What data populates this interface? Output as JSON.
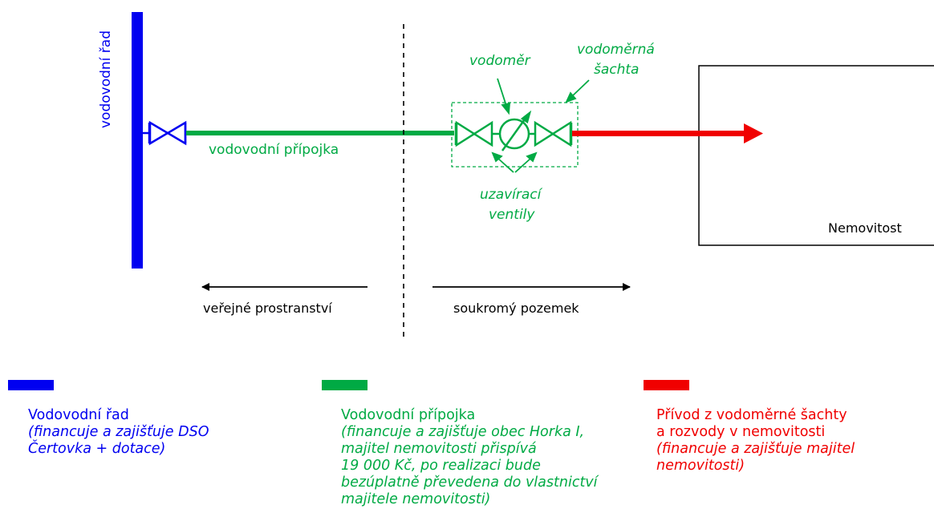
{
  "colors": {
    "main": "#0000f0",
    "connection": "#00aa44",
    "supply": "#f00000",
    "text": "#000000"
  },
  "diagram": {
    "main_label": "vodovodní řad",
    "connection_label": "vodovodní přípojka",
    "meter_label": "vodoměr",
    "shaft_label_line1": "vodoměrná",
    "shaft_label_line2": "šachta",
    "valves_label_line1": "uzavírací",
    "valves_label_line2": "ventily",
    "building_label": "Nemovitost",
    "public_label": "veřejné prostranství",
    "private_label": "soukromý pozemek"
  },
  "legend": [
    {
      "title": "Vodovodní řad",
      "note": [
        "(financuje a zajišťuje DSO",
        "Čertovka + dotace)"
      ]
    },
    {
      "title": "Vodovodní přípojka",
      "note": [
        "(financuje a zajišťuje obec Horka I,",
        "majitel nemovitosti přispívá",
        "19 000 Kč, po realizaci bude",
        "bezúplatně převedena do vlastnictví",
        "majitele nemovitosti)"
      ]
    },
    {
      "title_lines": [
        "Přívod z vodoměrné šachty",
        "a rozvody v nemovitosti"
      ],
      "note": [
        "(financuje a zajišťuje majitel",
        "nemovitosti)"
      ]
    }
  ]
}
